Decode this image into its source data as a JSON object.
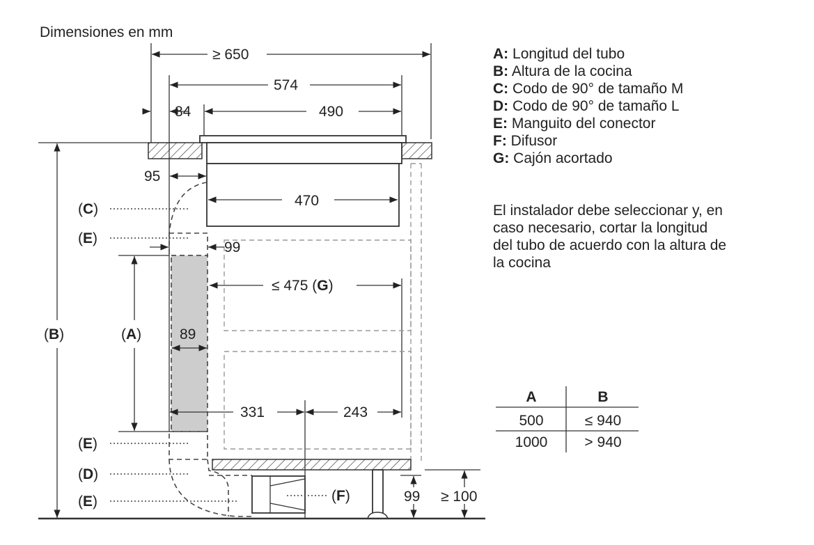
{
  "title": "Dimensiones en mm",
  "dimensions": {
    "min_650": "≥ 650",
    "d574": "574",
    "d84": "84",
    "d490": "490",
    "d95": "95",
    "d470": "470",
    "d99_top": "99",
    "d475": "≤ 475 (",
    "d475_g": "G",
    "d475_close": ")",
    "d89": "89",
    "d331": "331",
    "d243": "243",
    "d99_bottom": "99",
    "min_100": "≥ 100"
  },
  "callouts": {
    "B": "B",
    "A": "A",
    "C": "C",
    "E1": "E",
    "E2": "E",
    "D": "D",
    "E3": "E",
    "F": "F"
  },
  "legend": [
    {
      "key": "A:",
      "text": "Longitud del tubo"
    },
    {
      "key": "B:",
      "text": "Altura de la cocina"
    },
    {
      "key": "C:",
      "text": "Codo de 90° de tamaño M"
    },
    {
      "key": "D:",
      "text": "Codo de 90° de tamaño L"
    },
    {
      "key": "E:",
      "text": "Manguito del conector"
    },
    {
      "key": "F:",
      "text": "Difusor"
    },
    {
      "key": "G:",
      "text": "Cajón acortado"
    }
  ],
  "note": [
    "El instalador debe seleccionar y, en",
    "caso necesario, cortar la longitud",
    "del tubo de acuerdo con la altura de",
    "la cocina"
  ],
  "table": {
    "headers": [
      "A",
      "B"
    ],
    "rows": [
      [
        "500",
        "≤ 940"
      ],
      [
        "1000",
        "> 940"
      ]
    ]
  }
}
